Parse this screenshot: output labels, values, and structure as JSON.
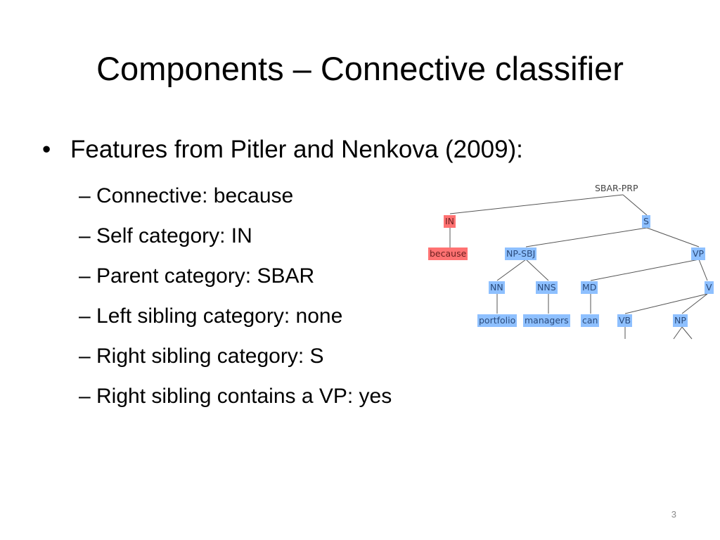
{
  "slide": {
    "title": "Components – Connective classifier",
    "page_number": "3"
  },
  "content": {
    "bullet_symbol": "•",
    "main_bullet": "Features from Pitler and Nenkova (2009):",
    "sub_bullets": [
      "– Connective: because",
      "– Self category: IN",
      "– Parent category: SBAR",
      "– Left sibling category: none",
      "– Right sibling category: S",
      "– Right sibling contains a VP: yes"
    ]
  },
  "tree": {
    "nodes": {
      "sbar_prp": "SBAR-PRP",
      "in": "IN",
      "s": "S",
      "because": "because",
      "np_sbj": "NP-SBJ",
      "vp": "VP",
      "nn": "NN",
      "nns": "NNS",
      "md": "MD",
      "v_partial": "V",
      "portfolio": "portfolio",
      "managers": "managers",
      "can": "can",
      "vb": "VB",
      "np": "NP"
    },
    "colors": {
      "category_fill": "#8ec0ff",
      "highlight_fill": "#ff7272",
      "edge": "#555555"
    }
  }
}
